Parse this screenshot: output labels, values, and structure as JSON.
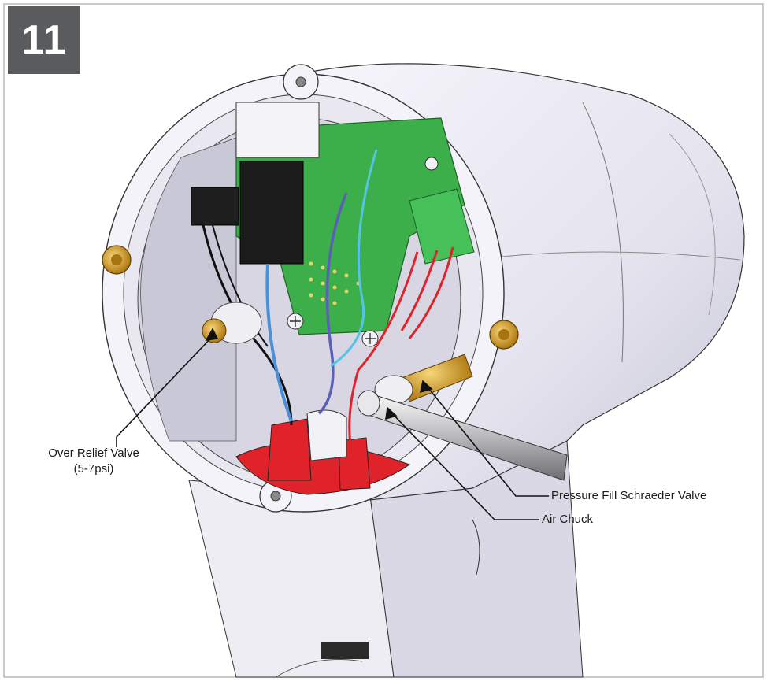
{
  "step": {
    "number": "11"
  },
  "callouts": {
    "over_relief_valve": {
      "line1": "Over Relief Valve",
      "line2": "(5-7psi)"
    },
    "pressure_fill_valve": "Pressure Fill Schraeder Valve",
    "air_chuck": "Air Chuck"
  },
  "colors": {
    "housing": "#ecebf3",
    "housing_shadow": "#c9c8d6",
    "pcb_green": "#3cae4a",
    "terminal_green": "#46c15a",
    "seal_red": "#e0222a",
    "brass": "#d9a22a",
    "badge_grey": "#5a5b5d"
  }
}
